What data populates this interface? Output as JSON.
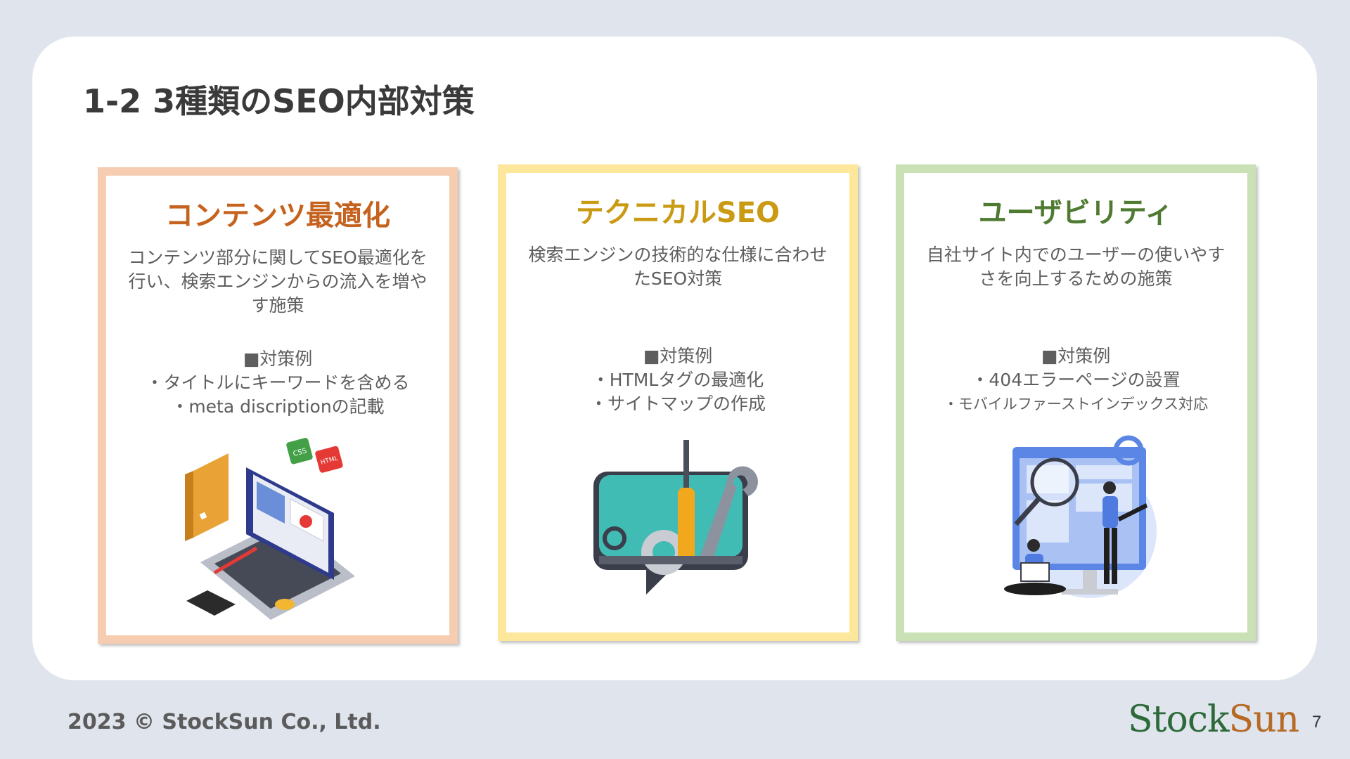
{
  "slide": {
    "title": "1-2 3種類のSEO内部対策",
    "page_number": "7"
  },
  "cards": [
    {
      "heading": "コンテンツ最適化",
      "heading_color": "#c5621d",
      "border_color": "#f6cdb0",
      "description": "コンテンツ部分に関してSEO最適化を行い、検索エンジンからの流入を増やす施策",
      "examples_label": "■対策例",
      "examples": [
        "・タイトルにキーワードを含める",
        "・meta discriptionの記載"
      ],
      "illustration": "laptop-content-icon",
      "illustration_text": [
        "CSS",
        "HTML"
      ]
    },
    {
      "heading": "テクニカルSEO",
      "heading_color": "#c99a12",
      "border_color": "#fde79b",
      "description": "検索エンジンの技術的な仕様に合わせたSEO対策",
      "examples_label": "■対策例",
      "examples": [
        "・HTMLタグの最適化",
        "・サイトマップの作成"
      ],
      "illustration": "tools-speech-bubble-icon"
    },
    {
      "heading": "ユーザビリティ",
      "heading_color": "#4e7b31",
      "border_color": "#c9e1b5",
      "description": "自社サイト内でのユーザーの使いやすさを向上するための施策",
      "examples_label": "■対策例",
      "examples": [
        "・404エラーページの設置",
        "・モバイルファーストインデックス対応"
      ],
      "illustration": "usability-people-icon"
    }
  ],
  "footer": {
    "copyright": "2023 © StockSun Co., Ltd.",
    "logo_part1": "Stock",
    "logo_part2": "Sun",
    "logo_color": "#2d6a3a",
    "logo_accent_color": "#b66a24"
  }
}
